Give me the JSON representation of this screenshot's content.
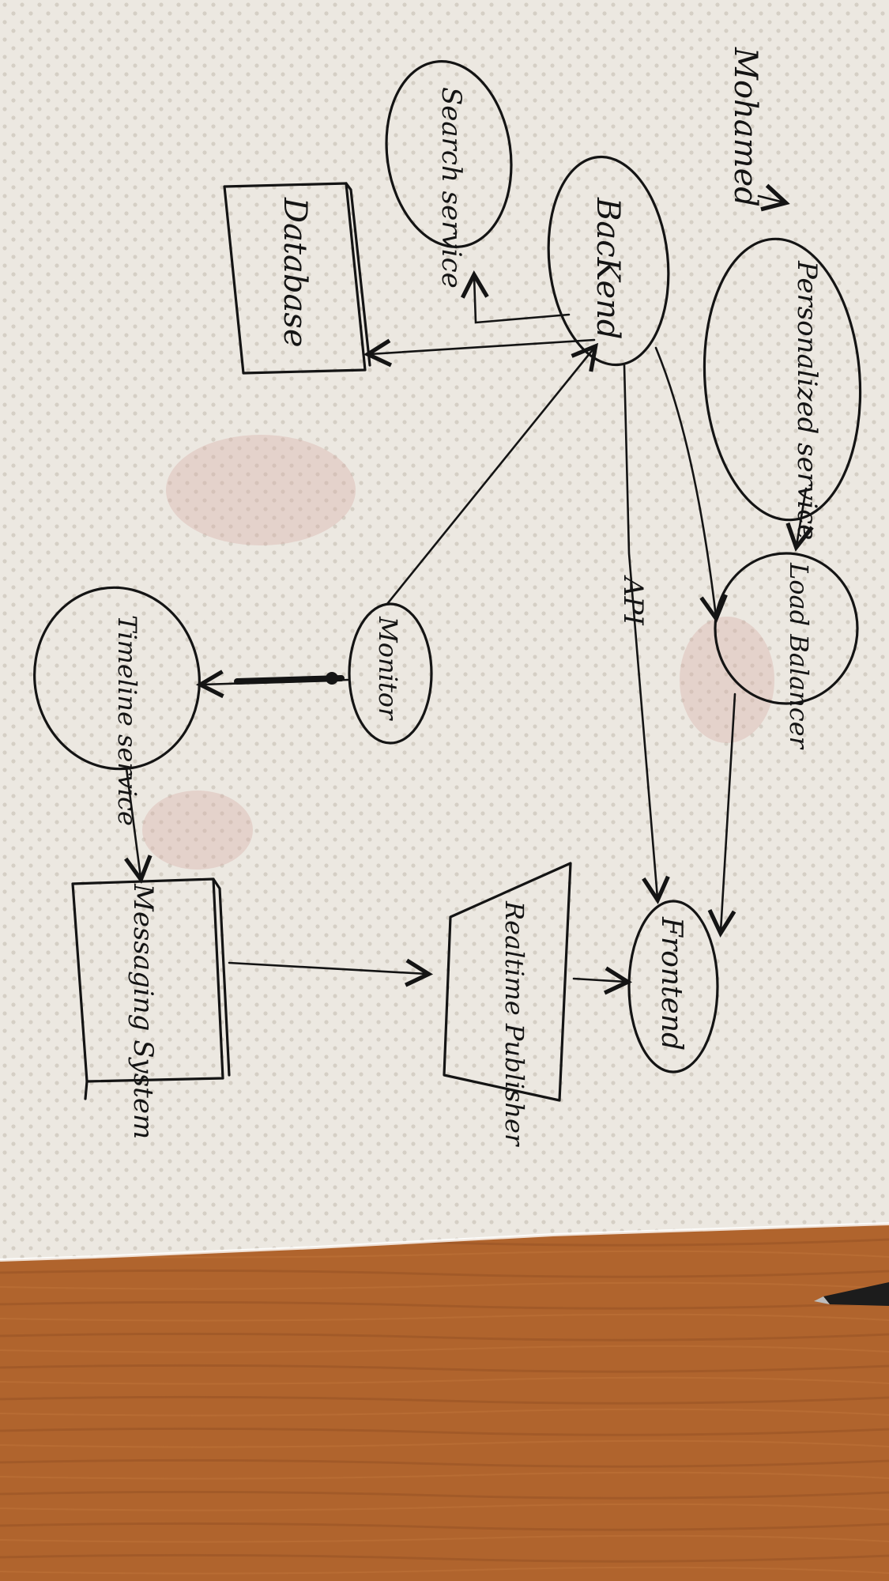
{
  "photo": {
    "colors": {
      "paper": "#ece8e1",
      "paper_shadow": "#d9d3ca",
      "ink": "#141414",
      "table": "#b0642d",
      "table_grain": "#8f4b20",
      "stain": "#d8a9a4"
    }
  },
  "sketch": {
    "author": "Mohamed",
    "nodes": {
      "personalized": "Personalized service",
      "load_balancer": "Load Balancer",
      "backend": "BacKend",
      "search": "Search service",
      "database": "Database",
      "frontend": "Frontend",
      "realtime_publisher": "Realtime Publisher",
      "monitor": "Monitor",
      "timeline": "Timeline service",
      "messaging": "Messaging System"
    },
    "edge_labels": {
      "api": "API"
    }
  }
}
